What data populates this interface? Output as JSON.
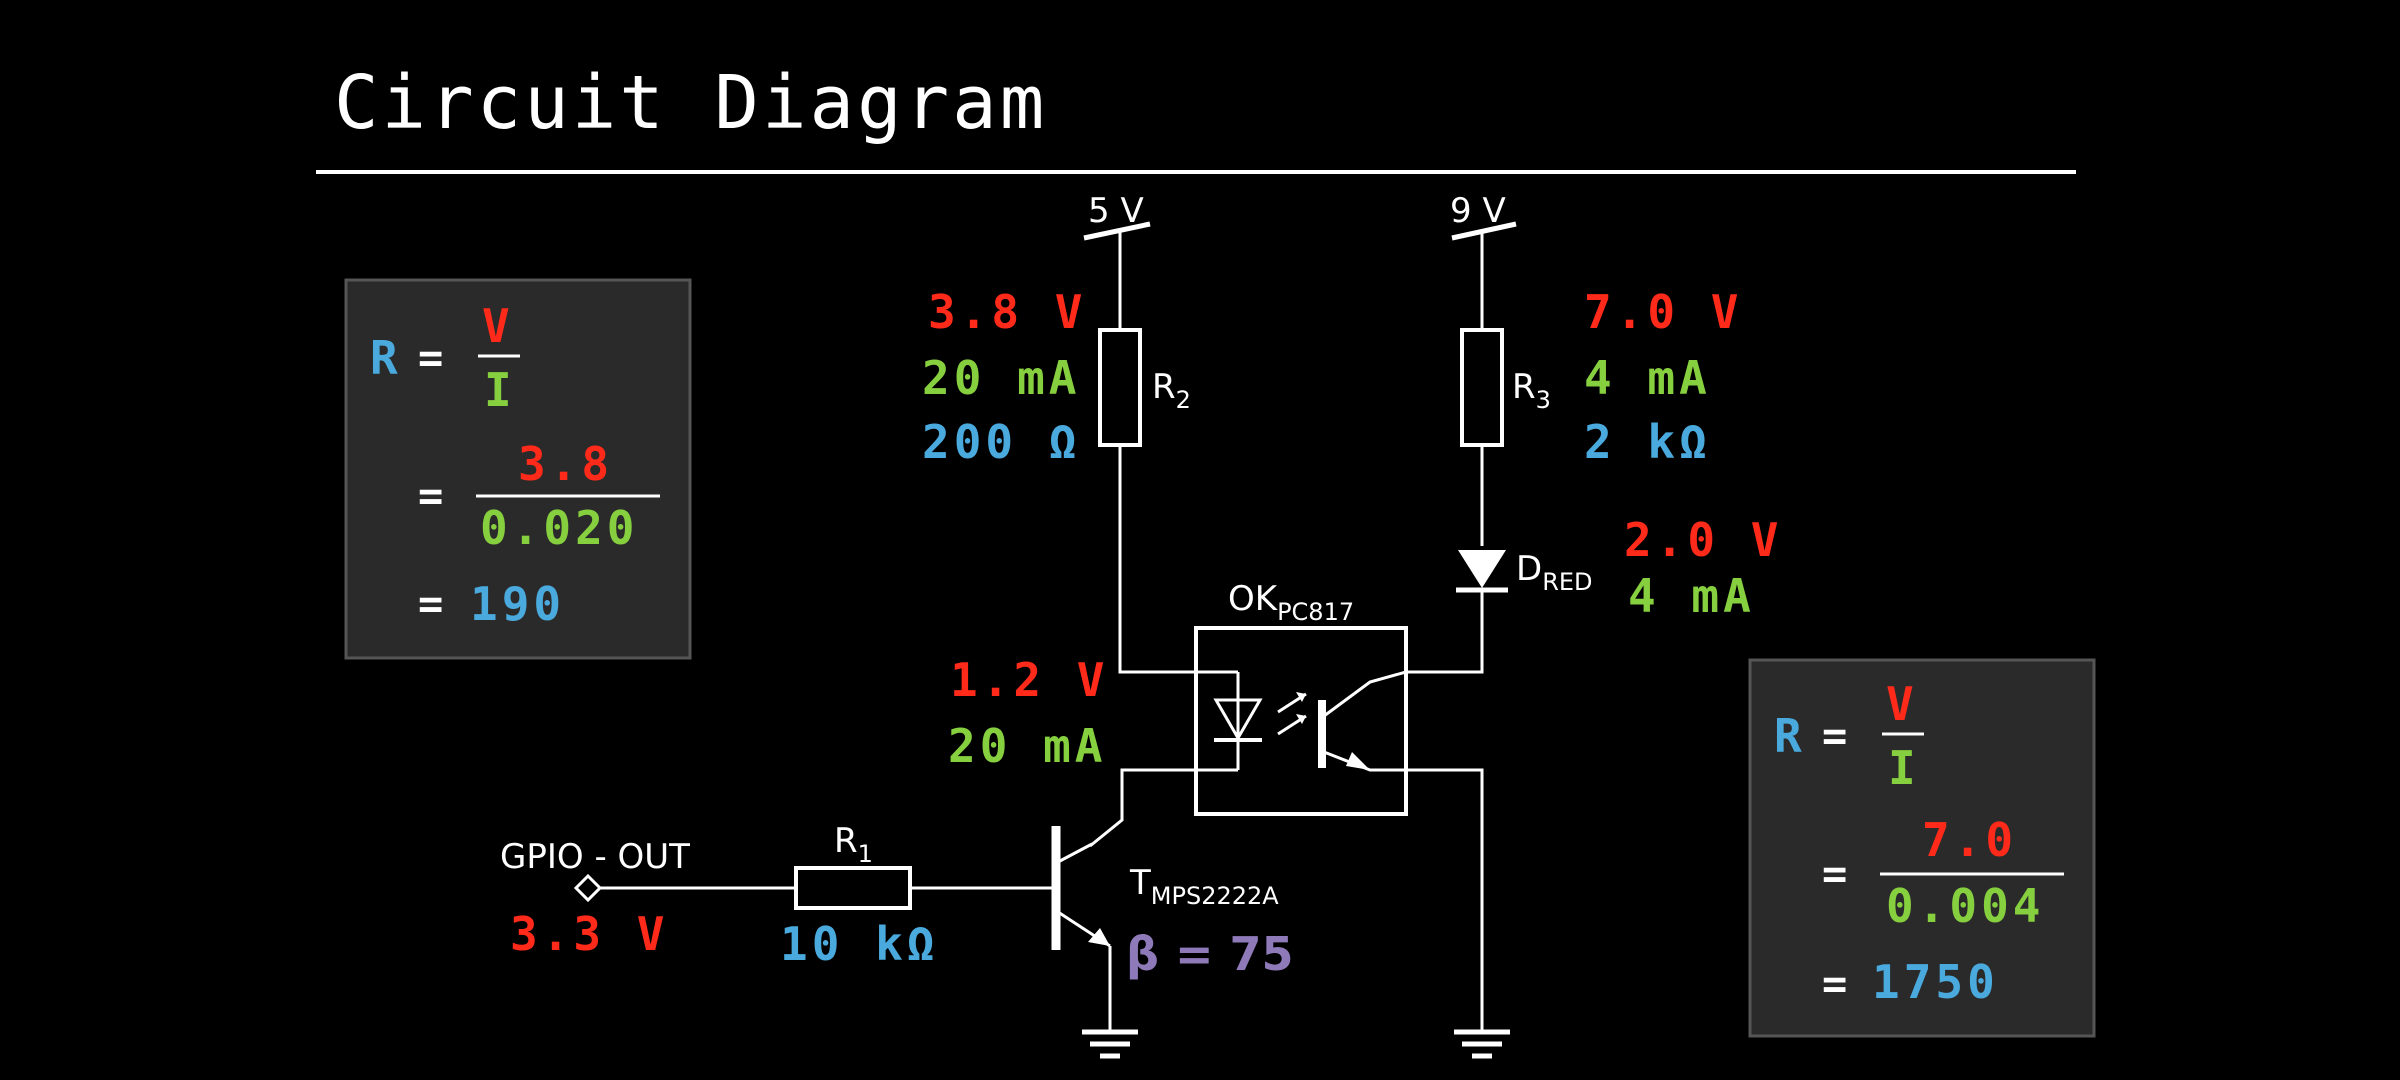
{
  "title": "Circuit Diagram",
  "supplies": {
    "v5": "5 V",
    "v9": "9 V"
  },
  "r2": {
    "name": "R",
    "sub": "2",
    "voltage": "3.8 V",
    "current": "20 mA",
    "resistance": "200 Ω"
  },
  "r3": {
    "name": "R",
    "sub": "3",
    "voltage": "7.0 V",
    "current": "4 mA",
    "resistance": "2 kΩ"
  },
  "led": {
    "name": "D",
    "sub": "RED",
    "voltage": "2.0 V",
    "current": "4 mA"
  },
  "optocoupler": {
    "name": "OK",
    "sub": "PC817",
    "voltage": "1.2 V",
    "current": "20 mA"
  },
  "r1": {
    "name": "R",
    "sub": "1",
    "resistance": "10 kΩ"
  },
  "gpio": {
    "label": "GPIO - OUT",
    "voltage": "3.3 V"
  },
  "transistor": {
    "name": "T",
    "sub": "MPS2222A",
    "beta": "β = 75"
  },
  "calc_left": {
    "R": "R",
    "eq": "=",
    "V": "V",
    "I": "I",
    "num": "3.8",
    "den": "0.020",
    "result": "190"
  },
  "calc_right": {
    "R": "R",
    "eq": "=",
    "V": "V",
    "I": "I",
    "num": "7.0",
    "den": "0.004",
    "result": "1750"
  },
  "colors": {
    "voltage": "#ff2a1a",
    "current": "#86cf3f",
    "resistance": "#4aa9dd",
    "beta": "#8e7ab8"
  }
}
